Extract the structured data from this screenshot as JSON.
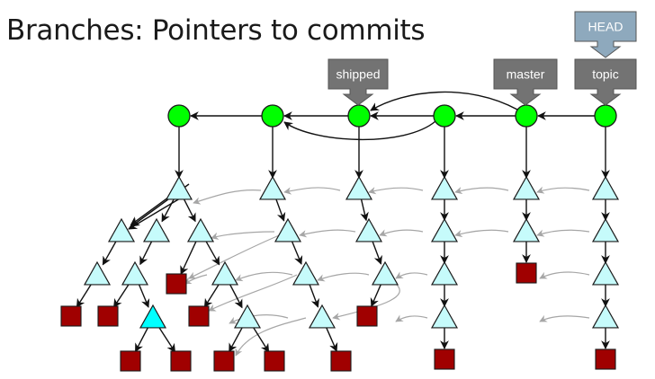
{
  "title": "Branches: Pointers to commits",
  "labels": {
    "shipped": "shipped",
    "master": "master",
    "topic": "topic",
    "head": "HEAD"
  },
  "colors": {
    "commit": "#00ff00",
    "tree": "#c6fbfb",
    "tree_highlight": "#00ffff",
    "blob": "#a00000",
    "label_box": "#737373",
    "head_box": "#8ea9bd",
    "edge": "#111111",
    "ghost_edge": "#a6a6a6"
  },
  "icons": {
    "commit": "green-circle",
    "tree": "cyan-triangle",
    "blob": "dark-red-square",
    "branch_label": "down-arrow-callout"
  }
}
